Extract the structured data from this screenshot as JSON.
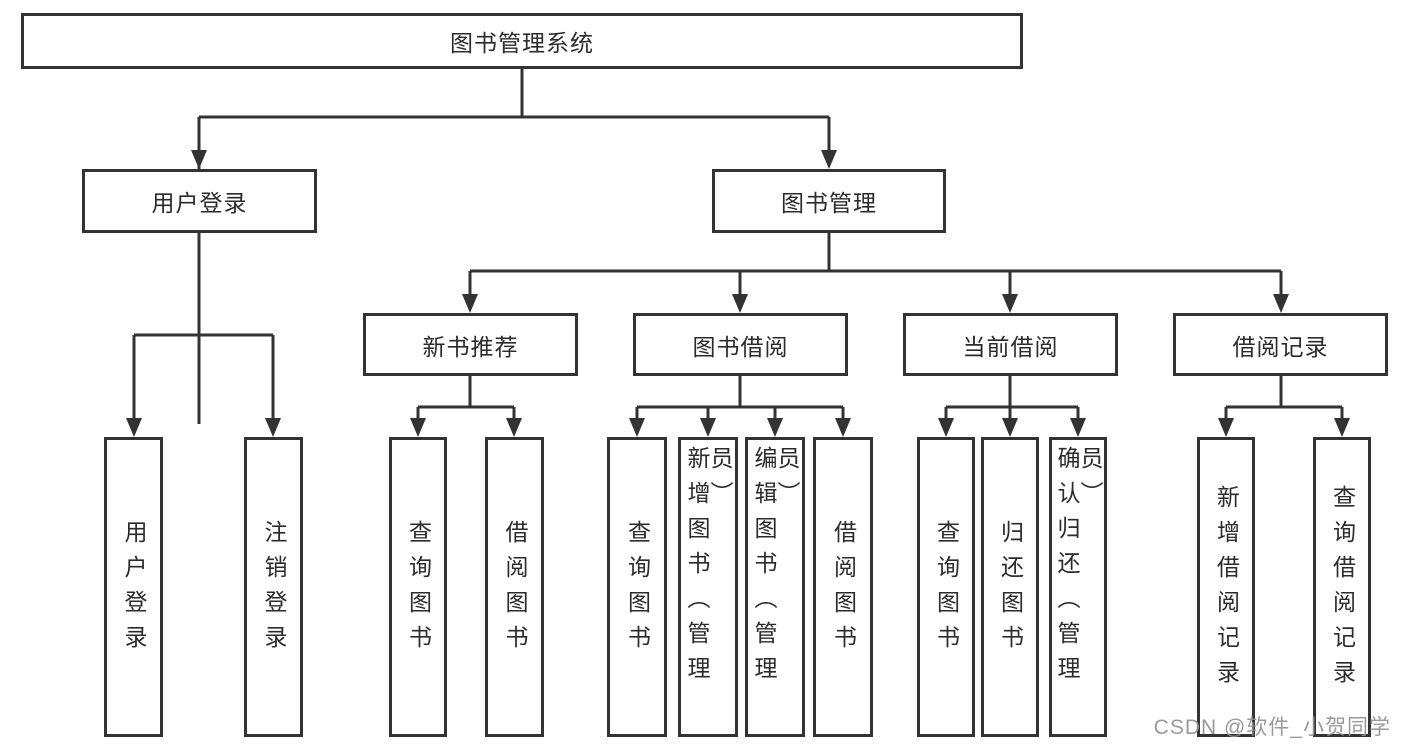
{
  "diagram": {
    "root": {
      "label": "图书管理系统",
      "children": [
        {
          "label": "用户登录",
          "children": [
            {
              "label": "用户登录"
            },
            {
              "label": "注销登录"
            }
          ]
        },
        {
          "label": "图书管理",
          "children": [
            {
              "label": "新书推荐",
              "children": [
                {
                  "label": "查询图书"
                },
                {
                  "label": "借阅图书"
                }
              ]
            },
            {
              "label": "图书借阅",
              "children": [
                {
                  "label": "查询图书"
                },
                {
                  "label": "新增图书（管理员）"
                },
                {
                  "label": "编辑图书（管理员）"
                },
                {
                  "label": "借阅图书"
                }
              ]
            },
            {
              "label": "当前借阅",
              "children": [
                {
                  "label": "查询图书"
                },
                {
                  "label": "归还图书"
                },
                {
                  "label": "确认归还（管理员）"
                }
              ]
            },
            {
              "label": "借阅记录",
              "children": [
                {
                  "label": "新增借阅记录"
                },
                {
                  "label": "查询借阅记录"
                }
              ]
            }
          ]
        }
      ]
    }
  },
  "watermark": {
    "text": "CSDN @软件_小贺同学"
  },
  "colors": {
    "line": "#333333",
    "text": "#2b2b2b",
    "background": "#ffffff",
    "watermark": "#919191"
  }
}
